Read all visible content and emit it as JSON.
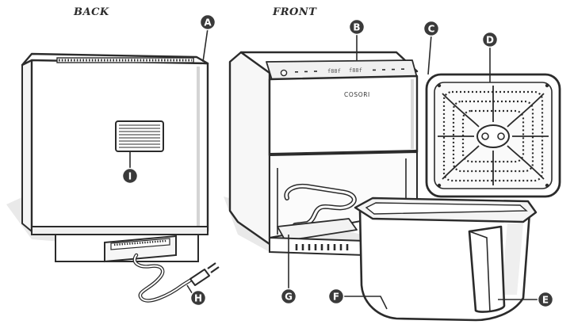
{
  "views": {
    "back": "BACK",
    "front": "FRONT"
  },
  "brand": "COSORI",
  "display": {
    "left": "f88f",
    "right": "f88f"
  },
  "callouts": {
    "A": "A",
    "B": "B",
    "C": "C",
    "D": "D",
    "E": "E",
    "F": "F",
    "G": "G",
    "H": "H",
    "I": "I"
  },
  "colors": {
    "outline": "#2b2b2b",
    "callout": "#3a3a3a",
    "shadow": "#e3e3e3",
    "panel": "#f2f2f2"
  }
}
